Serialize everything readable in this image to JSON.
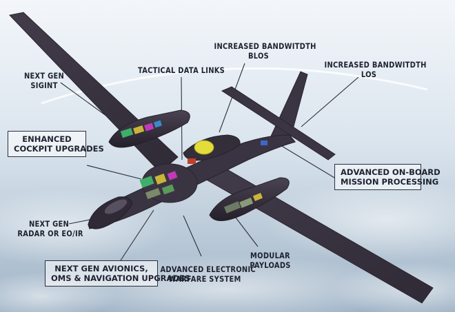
{
  "labels": {
    "next_gen_sigint": [
      "NEXT GEN",
      "SIGINT"
    ],
    "tactical_data_links": [
      "TACTICAL DATA LINKS"
    ],
    "increased_bandwidth_blos": [
      "INCREASED BANDWITDTH",
      "BLOS"
    ],
    "increased_bandwidth_los": [
      "INCREASED BANDWITDTH",
      "LOS"
    ],
    "enhanced_cockpit_upgrades": [
      "ENHANCED",
      "COCKPIT UPGRADES"
    ],
    "advanced_onboard_mission_processing": [
      "ADVANCED ON-BOARD",
      "MISSION PROCESSING"
    ],
    "next_gen_radar": [
      "NEXT GEN",
      "RADAR OR EO/IR"
    ],
    "modular_payloads": [
      "MODULAR",
      "PAYLOADS"
    ],
    "advanced_electronic_warfare": [
      "ADVANCED ELECTRONIC",
      "WARFARE SYSTEM"
    ],
    "next_gen_avionics": [
      "NEXT GEN AVIONICS,",
      "OMS & NAVIGATION UPGRADES"
    ]
  },
  "colors": {
    "sky_top": "#eef3f8",
    "sky_bottom": "#a9bccd",
    "aircraft": "#3a3442",
    "aircraft_edge": "#2a2530",
    "label_text": "#1e2230",
    "leader_line": "#2a2e3c"
  }
}
